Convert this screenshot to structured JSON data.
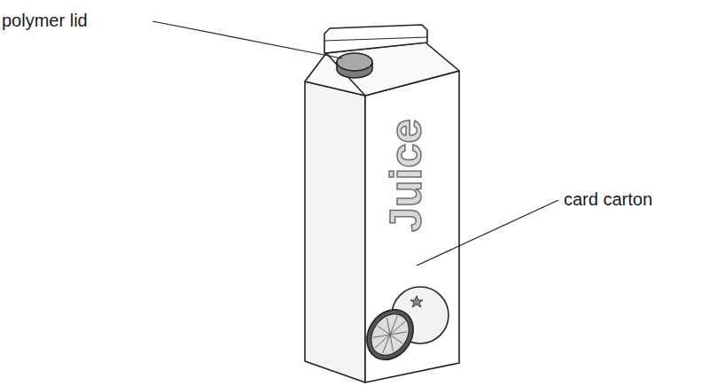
{
  "diagram": {
    "labels": [
      "polymer lid",
      "card carton",
      "Juice"
    ]
  }
}
